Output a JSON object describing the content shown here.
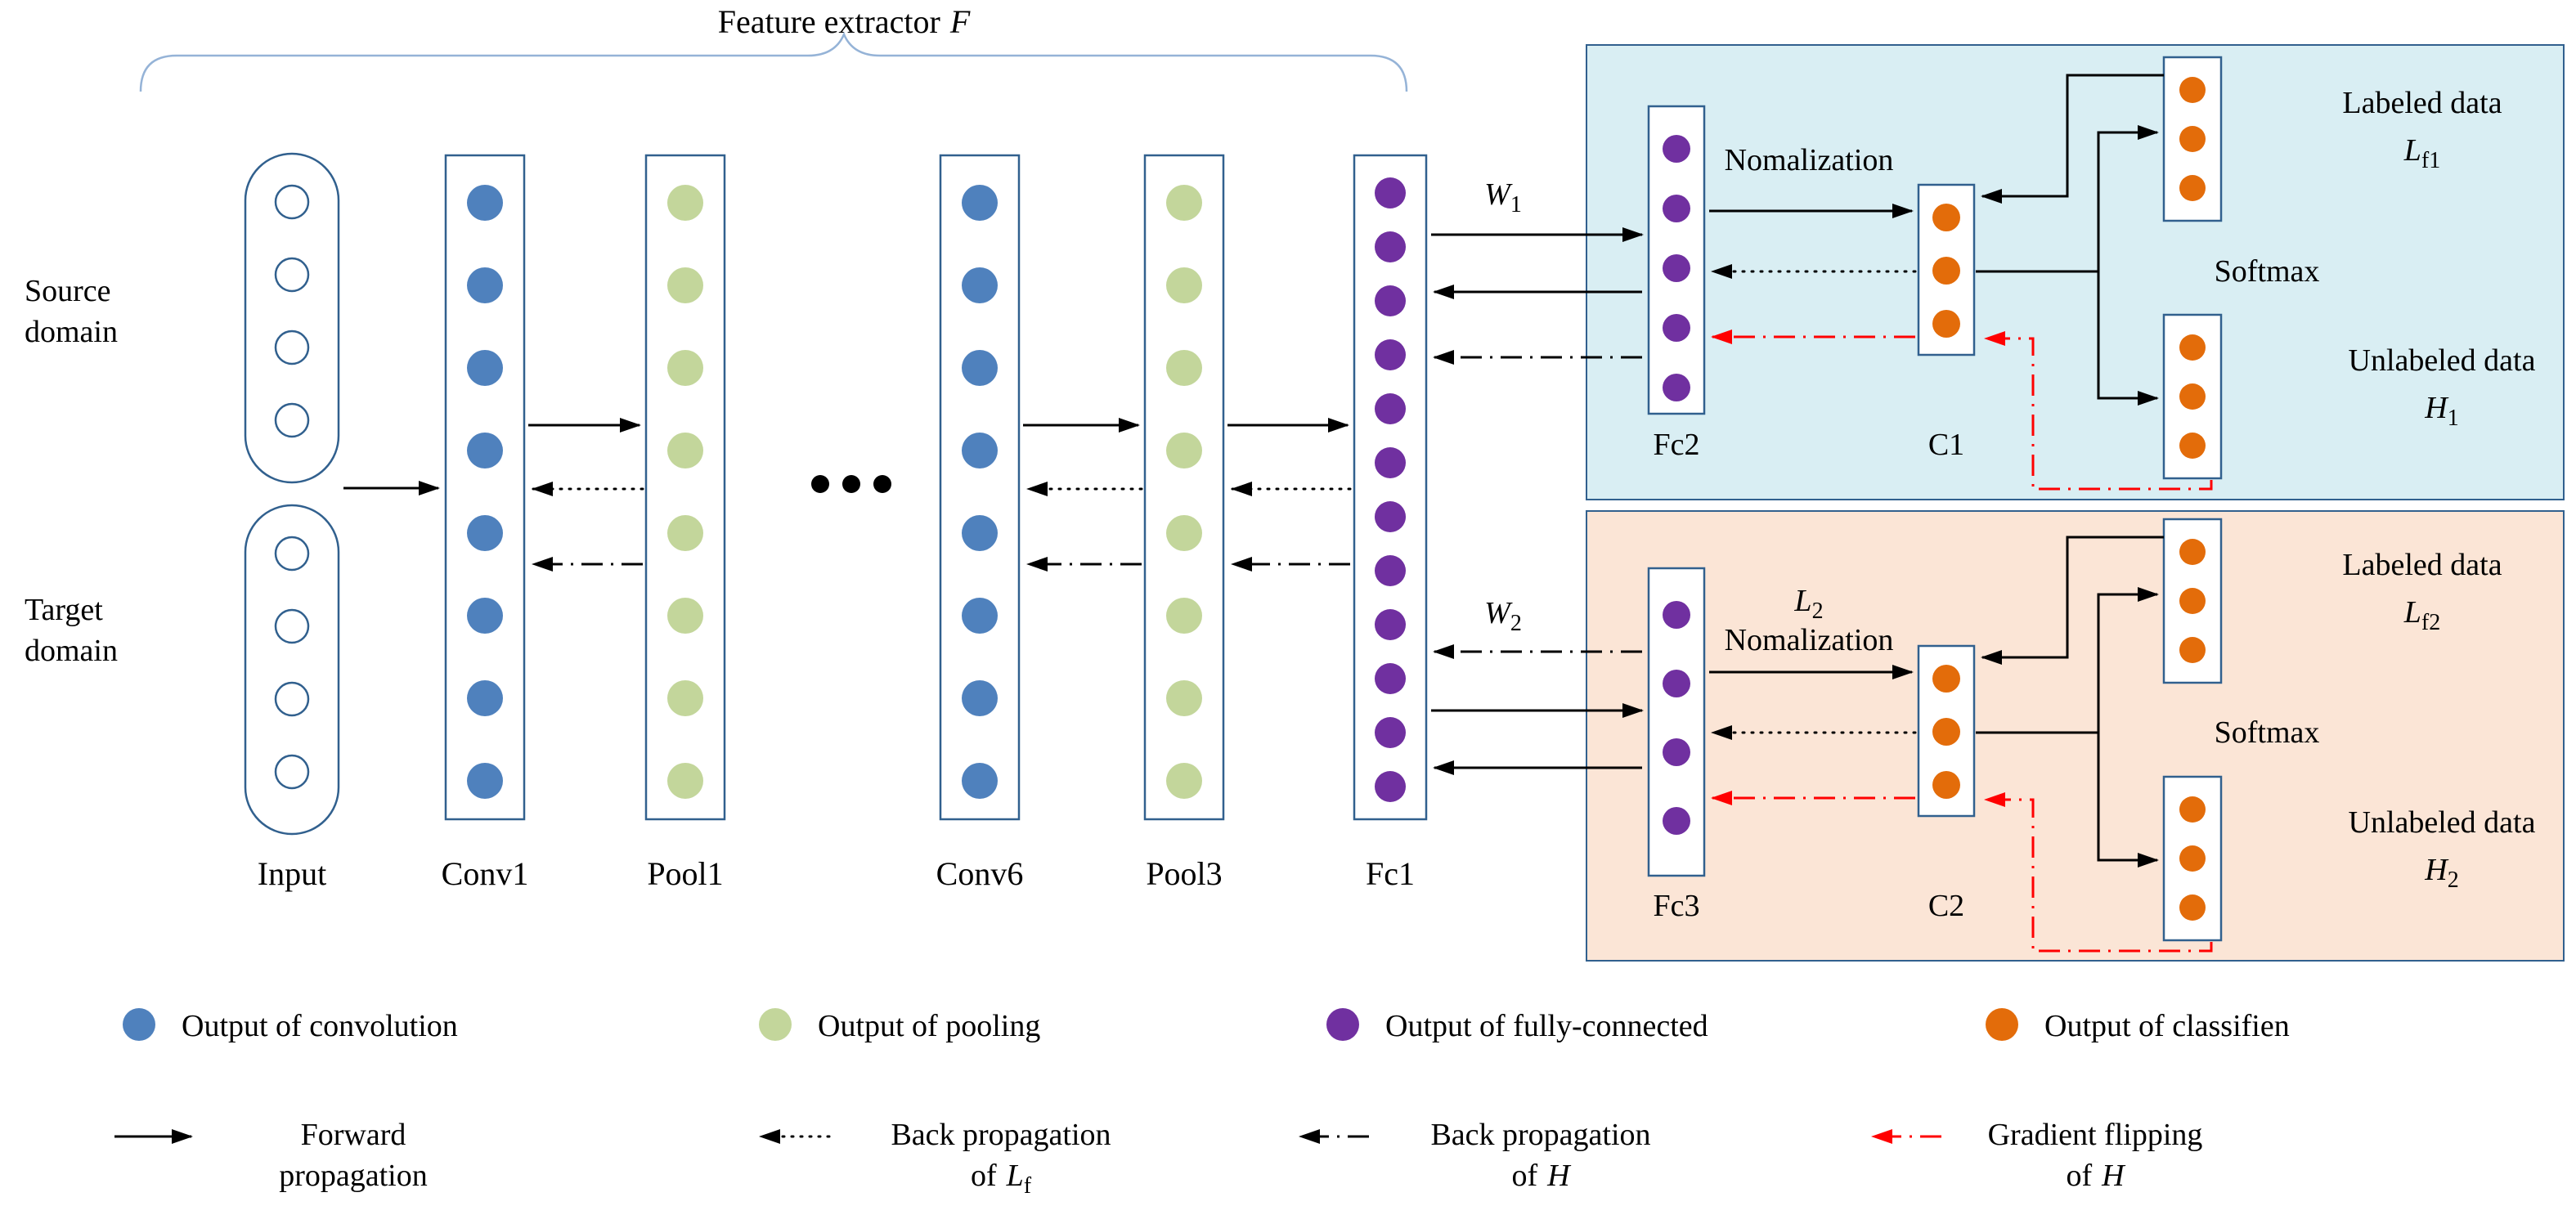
{
  "colors": {
    "node_convolution": "#4f81bd",
    "node_pooling": "#c3d69b",
    "node_fully_connected": "#7030a0",
    "node_classifier": "#e36c0a",
    "box_stroke": "#31608e",
    "panel_source_fill": "#d9eef3",
    "panel_target_fill": "#fbe5d6",
    "brace_stroke": "#95b3d7",
    "arrow_black": "#000000",
    "arrow_red": "#ff0000",
    "text": "#000000"
  },
  "header": {
    "feature_extractor_text": "Feature extractor",
    "feature_extractor_symbol": "F"
  },
  "domains": {
    "source_line1": "Source",
    "source_line2": "domain",
    "target_line1": "Target",
    "target_line2": "domain"
  },
  "network": {
    "input": {
      "label": "Input",
      "nodes": {
        "count": 4,
        "color": "#ffffff",
        "stroke": "#31608e"
      }
    },
    "conv1": {
      "label": "Conv1",
      "nodes": {
        "count": 8,
        "color": "#4f81bd",
        "stroke": "none"
      }
    },
    "pool1": {
      "label": "Pool1",
      "nodes": {
        "count": 8,
        "color": "#c3d69b",
        "stroke": "none"
      }
    },
    "conv6": {
      "label": "Conv6",
      "nodes": {
        "count": 8,
        "color": "#4f81bd",
        "stroke": "none"
      }
    },
    "pool3": {
      "label": "Pool3",
      "nodes": {
        "count": 8,
        "color": "#c3d69b",
        "stroke": "none"
      }
    },
    "fc1": {
      "label": "Fc1",
      "nodes": {
        "count": 12,
        "color": "#7030a0",
        "stroke": "none"
      }
    }
  },
  "source_branch": {
    "weight_symbol": "W",
    "weight_sub": "1",
    "fc2_label": "Fc2",
    "normalization": "Nomalization",
    "classifier_label": "C1",
    "softmax_label": "Softmax",
    "labeled_text": "Labeled data",
    "labeled_symbol": "L",
    "labeled_sub": "f1",
    "unlabeled_text": "Unlabeled data",
    "unlabeled_symbol": "H",
    "unlabeled_sub": "1",
    "fc2_nodes": {
      "count": 5,
      "color": "#7030a0",
      "stroke": "none"
    },
    "c1_nodes": {
      "count": 3,
      "color": "#e36c0a",
      "stroke": "none"
    },
    "labeled_nodes": {
      "count": 3,
      "color": "#e36c0a",
      "stroke": "none"
    },
    "unlabeled_nodes": {
      "count": 3,
      "color": "#e36c0a",
      "stroke": "none"
    }
  },
  "target_branch": {
    "weight_symbol": "W",
    "weight_sub": "2",
    "fc3_label": "Fc3",
    "norm_symbol": "L",
    "norm_sub": "2",
    "normalization": "Nomalization",
    "classifier_label": "C2",
    "softmax_label": "Softmax",
    "labeled_text": "Labeled data",
    "labeled_symbol": "L",
    "labeled_sub": "f2",
    "unlabeled_text": "Unlabeled data",
    "unlabeled_symbol": "H",
    "unlabeled_sub": "2",
    "fc3_nodes": {
      "count": 4,
      "color": "#7030a0",
      "stroke": "none"
    },
    "c2_nodes": {
      "count": 3,
      "color": "#e36c0a",
      "stroke": "none"
    },
    "labeled_nodes": {
      "count": 3,
      "color": "#e36c0a",
      "stroke": "none"
    },
    "unlabeled_nodes": {
      "count": 3,
      "color": "#e36c0a",
      "stroke": "none"
    }
  },
  "legend": {
    "nodes": [
      {
        "label": "Output of convolution",
        "color": "#4f81bd"
      },
      {
        "label": "Output of pooling",
        "color": "#c3d69b"
      },
      {
        "label": "Output of fully-connected",
        "color": "#7030a0"
      },
      {
        "label": "Output of classifien",
        "color": "#e36c0a"
      }
    ],
    "arrows": {
      "forward": {
        "line1": "Forward",
        "line2": "propagation"
      },
      "back_lf": {
        "line1": "Back propagation",
        "line2_prefix": "of",
        "symbol": "L",
        "sub": "f"
      },
      "back_h": {
        "line1": "Back propagation",
        "line2_prefix": "of",
        "symbol": "H"
      },
      "gradient_flip": {
        "line1": "Gradient flipping",
        "line2_prefix": "of",
        "symbol": "H"
      }
    }
  }
}
